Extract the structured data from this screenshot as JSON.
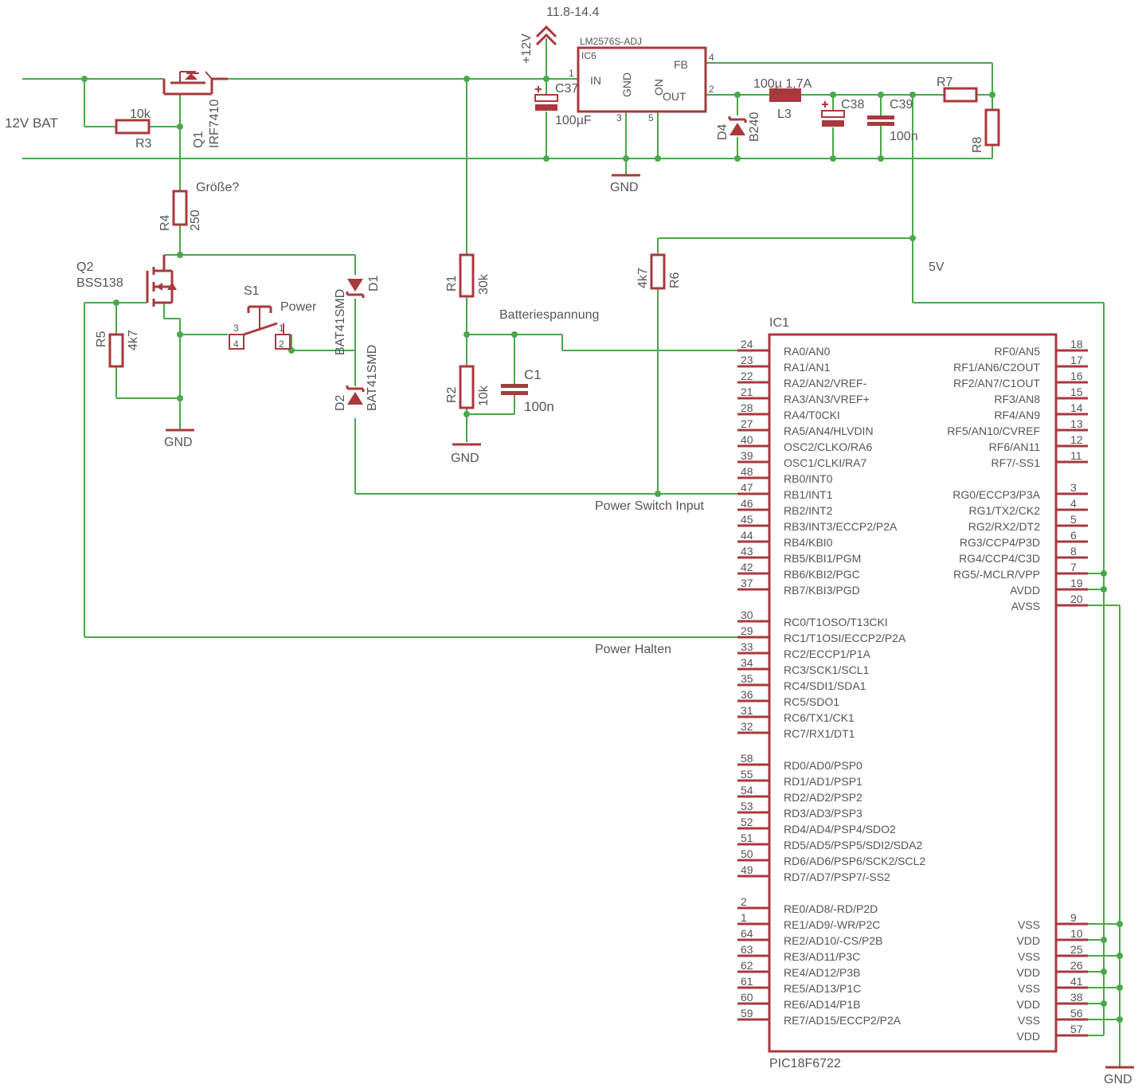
{
  "labels": {
    "bat12": "12V BAT",
    "r3_value": "10k",
    "r3_name": "R3",
    "q1_name": "Q1",
    "q1_part": "IRF7410",
    "r4_note": "Größe?",
    "r4_name": "R4",
    "r4_value": "250",
    "q2_name": "Q2",
    "q2_part": "BSS138",
    "r5_name": "R5",
    "r5_value": "4k7",
    "gnd": "GND",
    "s1_name": "S1",
    "s1_label": "Power",
    "d1_part": "BAT41SMD",
    "d1_name": "D1",
    "d2_part": "BAT41SMD",
    "d2_name": "D2",
    "r1_name": "R1",
    "r1_value": "30k",
    "r2_name": "R2",
    "r2_value": "10k",
    "c1_name": "C1",
    "c1_value": "100n",
    "battery_net": "Batteriespannung",
    "v_range": "11.8-14.4",
    "v12": "+12V",
    "ic6_part": "LM2576S-ADJ",
    "ic6_name": "IC6",
    "ic6_in": "IN",
    "ic6_gnd": "GND",
    "ic6_on": "ON",
    "ic6_out": "OUT",
    "ic6_fb": "FB",
    "c37_name": "C37",
    "c37_value": "100µF",
    "l3_value": "100µ 1,7A",
    "l3_name": "L3",
    "c38_name": "C38",
    "c39_name": "C39",
    "c39_value": "100n",
    "r7_name": "R7",
    "r8_name": "R8",
    "d4_name": "D4",
    "d4_part": "B240",
    "r6_name": "R6",
    "r6_value": "4k7",
    "v5": "5V",
    "ic1_name": "IC1",
    "ic1_part": "PIC18F6722",
    "power_switch_input": "Power Switch Input",
    "power_halten": "Power Halten",
    "pin_1": "1",
    "pin_2": "2",
    "pin_3": "3",
    "pin_4": "4",
    "pin_5": "5"
  },
  "ic1_left_pins": [
    {
      "num": "24",
      "name": "RA0/AN0"
    },
    {
      "num": "23",
      "name": "RA1/AN1"
    },
    {
      "num": "22",
      "name": "RA2/AN2/VREF-"
    },
    {
      "num": "21",
      "name": "RA3/AN3/VREF+"
    },
    {
      "num": "28",
      "name": "RA4/T0CKI"
    },
    {
      "num": "27",
      "name": "RA5/AN4/HLVDIN"
    },
    {
      "num": "40",
      "name": "OSC2/CLKO/RA6"
    },
    {
      "num": "39",
      "name": "OSC1/CLKI/RA7"
    },
    {
      "num": "48",
      "name": "RB0/INT0"
    },
    {
      "num": "47",
      "name": "RB1/INT1"
    },
    {
      "num": "46",
      "name": "RB2/INT2"
    },
    {
      "num": "45",
      "name": "RB3/INT3/ECCP2/P2A"
    },
    {
      "num": "44",
      "name": "RB4/KBI0"
    },
    {
      "num": "43",
      "name": "RB5/KBI1/PGM"
    },
    {
      "num": "42",
      "name": "RB6/KBI2/PGC"
    },
    {
      "num": "37",
      "name": "RB7/KBI3/PGD"
    },
    {
      "num": "30",
      "name": "RC0/T1OSO/T13CKI"
    },
    {
      "num": "29",
      "name": "RC1/T1OSI/ECCP2/P2A"
    },
    {
      "num": "33",
      "name": "RC2/ECCP1/P1A"
    },
    {
      "num": "34",
      "name": "RC3/SCK1/SCL1"
    },
    {
      "num": "35",
      "name": "RC4/SDI1/SDA1"
    },
    {
      "num": "36",
      "name": "RC5/SDO1"
    },
    {
      "num": "31",
      "name": "RC6/TX1/CK1"
    },
    {
      "num": "32",
      "name": "RC7/RX1/DT1"
    },
    {
      "num": "58",
      "name": "RD0/AD0/PSP0"
    },
    {
      "num": "55",
      "name": "RD1/AD1/PSP1"
    },
    {
      "num": "54",
      "name": "RD2/AD2/PSP2"
    },
    {
      "num": "53",
      "name": "RD3/AD3/PSP3"
    },
    {
      "num": "52",
      "name": "RD4/AD4/PSP4/SDO2"
    },
    {
      "num": "51",
      "name": "RD5/AD5/PSP5/SDI2/SDA2"
    },
    {
      "num": "50",
      "name": "RD6/AD6/PSP6/SCK2/SCL2"
    },
    {
      "num": "49",
      "name": "RD7/AD7/PSP7/-SS2"
    },
    {
      "num": "2",
      "name": "RE0/AD8/-RD/P2D"
    },
    {
      "num": "1",
      "name": "RE1/AD9/-WR/P2C"
    },
    {
      "num": "64",
      "name": "RE2/AD10/-CS/P2B"
    },
    {
      "num": "63",
      "name": "RE3/AD11/P3C"
    },
    {
      "num": "62",
      "name": "RE4/AD12/P3B"
    },
    {
      "num": "61",
      "name": "RE5/AD13/P1C"
    },
    {
      "num": "60",
      "name": "RE6/AD14/P1B"
    },
    {
      "num": "59",
      "name": "RE7/AD15/ECCP2/P2A"
    }
  ],
  "ic1_right_pins": [
    {
      "num": "18",
      "name": "RF0/AN5"
    },
    {
      "num": "17",
      "name": "RF1/AN6/C2OUT"
    },
    {
      "num": "16",
      "name": "RF2/AN7/C1OUT"
    },
    {
      "num": "15",
      "name": "RF3/AN8"
    },
    {
      "num": "14",
      "name": "RF4/AN9"
    },
    {
      "num": "13",
      "name": "RF5/AN10/CVREF"
    },
    {
      "num": "12",
      "name": "RF6/AN11"
    },
    {
      "num": "11",
      "name": "RF7/-SS1"
    },
    {
      "num": "3",
      "name": "RG0/ECCP3/P3A"
    },
    {
      "num": "4",
      "name": "RG1/TX2/CK2"
    },
    {
      "num": "5",
      "name": "RG2/RX2/DT2"
    },
    {
      "num": "6",
      "name": "RG3/CCP4/P3D"
    },
    {
      "num": "8",
      "name": "RG4/CCP4/C3D"
    },
    {
      "num": "7",
      "name": "RG5/-MCLR/VPP"
    },
    {
      "num": "19",
      "name": "AVDD"
    },
    {
      "num": "20",
      "name": "AVSS"
    },
    {
      "num": "9",
      "name": "VSS"
    },
    {
      "num": "10",
      "name": "VDD"
    },
    {
      "num": "25",
      "name": "VSS"
    },
    {
      "num": "26",
      "name": "VDD"
    },
    {
      "num": "41",
      "name": "VSS"
    },
    {
      "num": "38",
      "name": "VDD"
    },
    {
      "num": "56",
      "name": "VSS"
    },
    {
      "num": "57",
      "name": "VDD"
    }
  ],
  "colors": {
    "wire": "#4aa84a",
    "part": "#a8393d",
    "text": "#555555"
  }
}
